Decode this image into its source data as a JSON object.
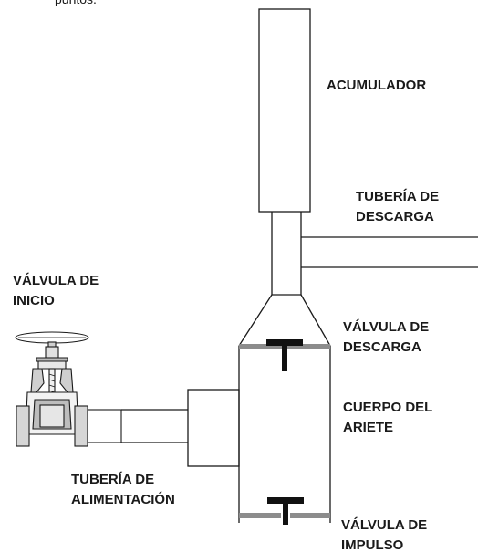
{
  "colors": {
    "stroke": "#1a1a1a",
    "valve_seat": "#8c8c8c",
    "valve_disc": "#111111",
    "background": "#ffffff"
  },
  "labels": {
    "top_fragment": "puntos.",
    "acumulador": "ACUMULADOR",
    "tuberia_descarga": [
      "TUBERÍA DE",
      "DESCARGA"
    ],
    "valvula_inicio": [
      "VÁLVULA DE",
      "INICIO"
    ],
    "valvula_descarga": [
      "VÁLVULA DE",
      "DESCARGA"
    ],
    "cuerpo_ariete": [
      "CUERPO DEL",
      "ARIETE"
    ],
    "tuberia_alimentacion": [
      "TUBERÍA DE",
      "ALIMENTACIÓN"
    ],
    "valvula_impulso": [
      "VÁLVULA DE",
      "IMPULSO"
    ]
  }
}
